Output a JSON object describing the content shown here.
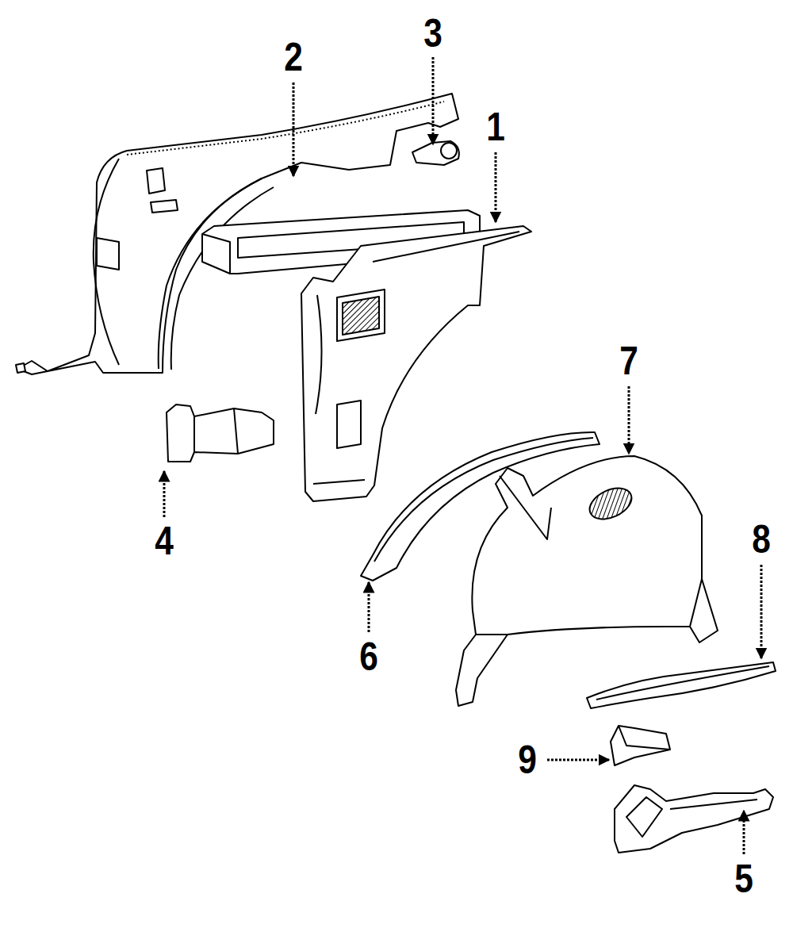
{
  "diagram": {
    "labels": [
      "2",
      "3",
      "1",
      "7",
      "4",
      "8",
      "6",
      "9",
      "5"
    ]
  }
}
